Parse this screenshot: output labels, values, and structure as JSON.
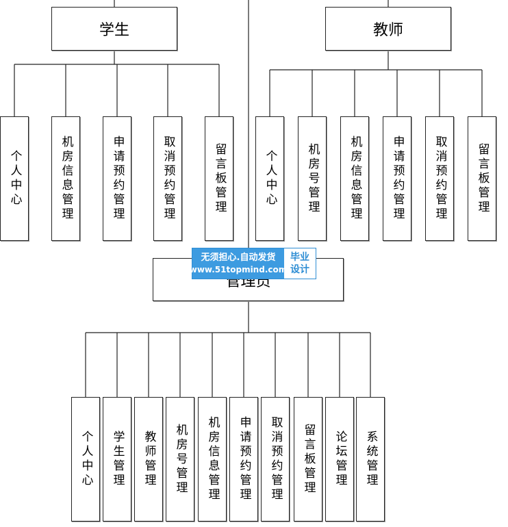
{
  "roles": {
    "student": "学生",
    "teacher": "教师",
    "admin": "管理员"
  },
  "student_modules": [
    "个人中心",
    "机房信息管理",
    "申请预约管理",
    "取消预约管理",
    "留言板管理"
  ],
  "teacher_modules": [
    "个人中心",
    "机房号管理",
    "机房信息管理",
    "申请预约管理",
    "取消预约管理",
    "留言板管理"
  ],
  "admin_modules": [
    "个人中心",
    "学生管理",
    "教师管理",
    "机房号管理",
    "机房信息管理",
    "申请预约管理",
    "取消预约管理",
    "留言板管理",
    "论坛管理",
    "系统管理"
  ],
  "watermark": {
    "slogan": "无须担心.自动发货",
    "url": "www.51topmind.com",
    "badge_line1": "毕业",
    "badge_line2": "设计"
  }
}
